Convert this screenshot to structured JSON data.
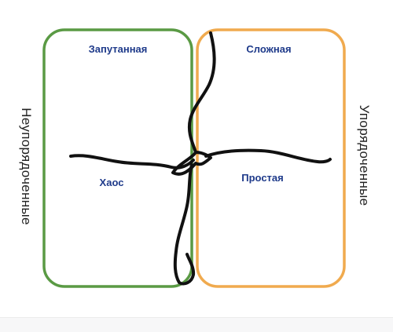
{
  "domains": {
    "complicated": "Запутанная",
    "complex": "Сложная",
    "chaos": "Хаос",
    "simple": "Простая"
  },
  "side_labels": {
    "left": "Неупорядоченные",
    "right": "Упорядоченные"
  },
  "colors": {
    "unordered_box": "#5a9a44",
    "ordered_box": "#f0aa4e",
    "label_text": "#1e3a8a",
    "ink": "#111111"
  }
}
